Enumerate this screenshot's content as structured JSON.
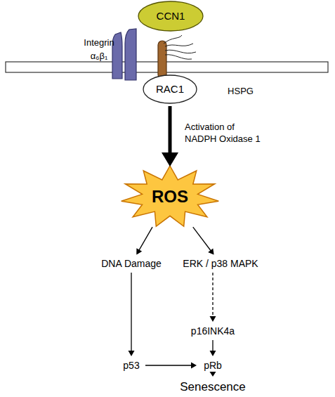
{
  "diagram": {
    "nodes": [
      {
        "text": [
          "CCN1"
        ]
      },
      {
        "text": [
          "Integrin α₆β₁"
        ]
      },
      {
        "text": [
          "HSPG"
        ]
      },
      {
        "text": [
          "RAC1"
        ]
      },
      {
        "text": [
          "ROS"
        ]
      },
      {
        "text": [
          "DNA Damage"
        ]
      },
      {
        "text": [
          "ERK / p38 MAPK"
        ]
      },
      {
        "text": [
          "p16INK4a"
        ]
      },
      {
        "text": [
          "p53"
        ]
      },
      {
        "text": [
          "pRb"
        ]
      },
      {
        "text": [
          "Senescence"
        ]
      }
    ],
    "edges": [
      {
        "from": 3,
        "to": 4,
        "label": "Activation of NADPH Oxidase 1",
        "arrow": "to"
      },
      {
        "from": 4,
        "to": 5,
        "arrow": "to"
      },
      {
        "from": 4,
        "to": 6,
        "arrow": "to"
      },
      {
        "from": 5,
        "to": 8,
        "arrow": "to"
      },
      {
        "from": 6,
        "to": 7,
        "arrow": "to"
      },
      {
        "from": 7,
        "to": 9,
        "arrow": "to"
      },
      {
        "from": 8,
        "to": 9,
        "arrow": "to"
      },
      {
        "from": 9,
        "to": 10,
        "arrow": "to"
      }
    ]
  }
}
